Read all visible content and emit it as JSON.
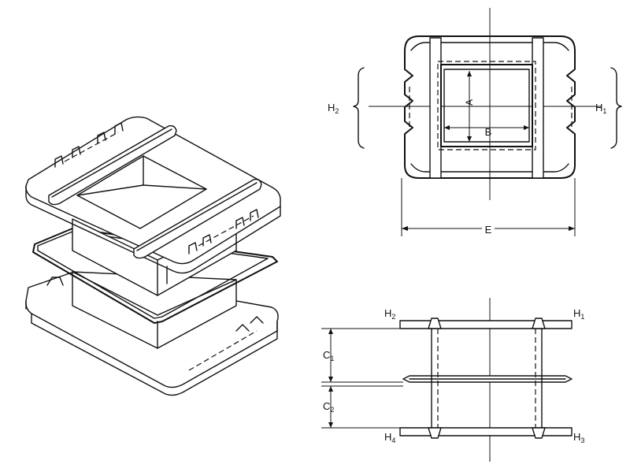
{
  "labels": {
    "h1": "H",
    "h1_sub": "1",
    "h2": "H",
    "h2_sub": "2",
    "h3": "H",
    "h3_sub": "3",
    "h4": "H",
    "h4_sub": "4",
    "a": "A",
    "b": "B",
    "c1": "C",
    "c1_sub": "1",
    "c2": "C",
    "c2_sub": "2",
    "e": "E"
  },
  "colors": {
    "line": "#111111",
    "background": "#ffffff"
  }
}
